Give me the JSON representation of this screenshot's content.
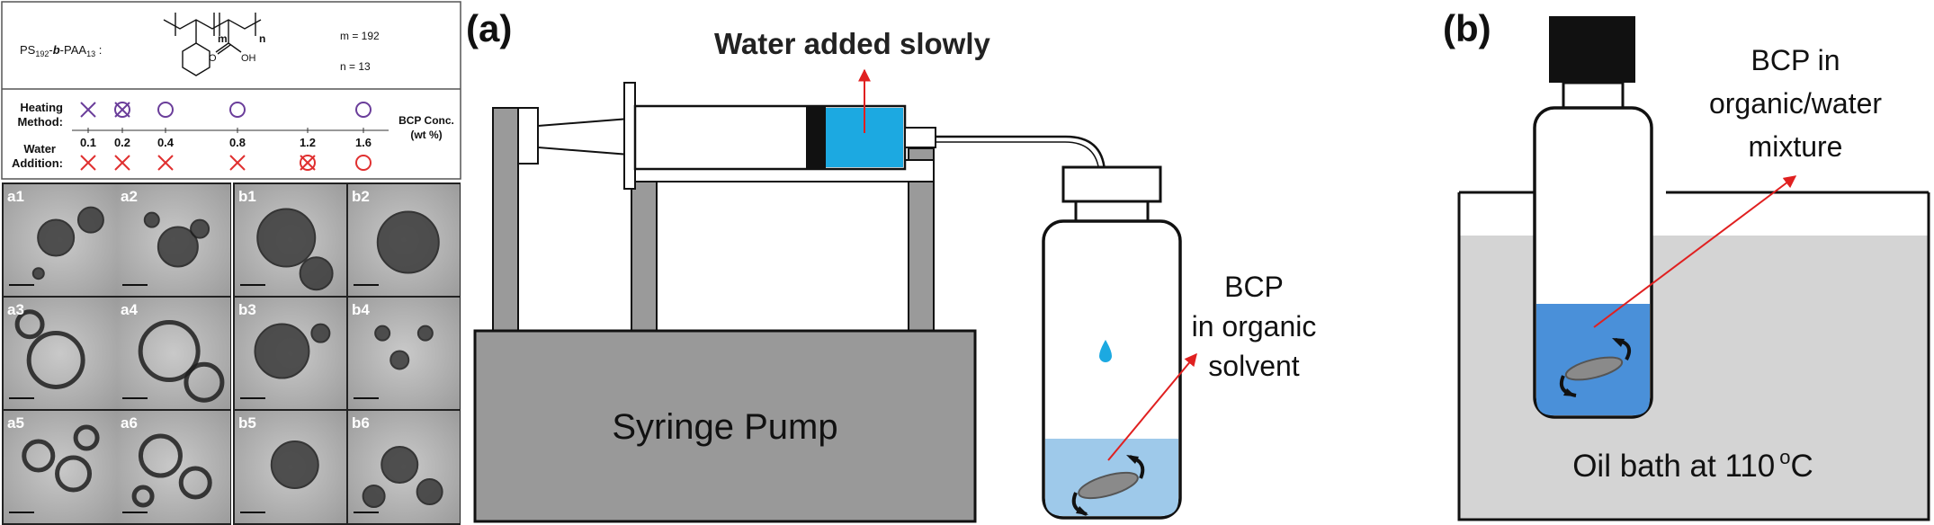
{
  "left_panel": {
    "polymer_label": "PS192-b-PAA13 :",
    "m_value": "m = 192",
    "n_value": "n = 13",
    "struct_m": "m",
    "struct_n": "n",
    "struct_oh": "OH",
    "struct_o": "O",
    "heating_label": "Heating",
    "method_label": "Method:",
    "water_label": "Water",
    "addition_label": "Addition:",
    "bcp_conc_label": "BCP Conc.",
    "wt_label": "(wt %)",
    "concentrations": [
      "0.1",
      "0.2",
      "0.4",
      "0.8",
      "1.2",
      "1.6"
    ],
    "heating_marks": [
      "cross",
      "crossed-circle",
      "circle",
      "circle",
      "",
      "circle"
    ],
    "water_marks": [
      "cross",
      "cross",
      "cross",
      "cross",
      "crossed-circle",
      "circle"
    ],
    "mark_colors": {
      "heating": "#6a3d9a",
      "water": "#e03030"
    },
    "tem_images": {
      "a": [
        "a1",
        "a2",
        "a3",
        "a4",
        "a5",
        "a6"
      ],
      "b": [
        "b1",
        "b2",
        "b3",
        "b4",
        "b5",
        "b6"
      ]
    }
  },
  "panel_a": {
    "tag": "(a)",
    "water_text": "Water added slowly",
    "pump_label": "Syringe Pump",
    "bcp_line1": "BCP",
    "bcp_line2": "in organic",
    "bcp_line3": "solvent",
    "colors": {
      "water": "#1ca9e1",
      "solution": "#9ec9ea",
      "pump": "#999999",
      "arrow": "#e02020"
    }
  },
  "panel_b": {
    "tag": "(b)",
    "bcp_line1": "BCP in",
    "bcp_line2": "organic/water",
    "bcp_line3": "mixture",
    "bath_text": "Oil bath at 110",
    "bath_sup": "o",
    "bath_unit": "C",
    "colors": {
      "bath": "#d4d4d4",
      "mixture": "#4a90d9"
    }
  }
}
